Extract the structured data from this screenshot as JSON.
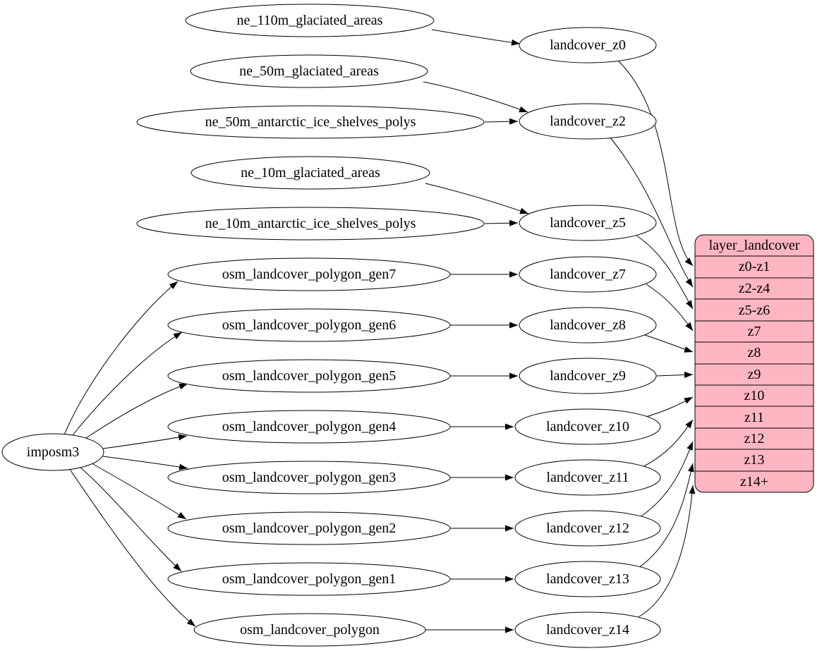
{
  "diagram": {
    "type": "graphviz-dependency-graph",
    "colors": {
      "background": "#ffffff",
      "node_fill": "#ffffff",
      "node_stroke": "#000000",
      "edge_color": "#000000",
      "record_fill": "#ffb6c1"
    },
    "nodes": {
      "imposm3": "imposm3",
      "ne_110m_glaciated_areas": "ne_110m_glaciated_areas",
      "ne_50m_glaciated_areas": "ne_50m_glaciated_areas",
      "ne_50m_antarctic_ice_shelves_polys": "ne_50m_antarctic_ice_shelves_polys",
      "ne_10m_glaciated_areas": "ne_10m_glaciated_areas",
      "ne_10m_antarctic_ice_shelves_polys": "ne_10m_antarctic_ice_shelves_polys",
      "osm_landcover_polygon_gen7": "osm_landcover_polygon_gen7",
      "osm_landcover_polygon_gen6": "osm_landcover_polygon_gen6",
      "osm_landcover_polygon_gen5": "osm_landcover_polygon_gen5",
      "osm_landcover_polygon_gen4": "osm_landcover_polygon_gen4",
      "osm_landcover_polygon_gen3": "osm_landcover_polygon_gen3",
      "osm_landcover_polygon_gen2": "osm_landcover_polygon_gen2",
      "osm_landcover_polygon_gen1": "osm_landcover_polygon_gen1",
      "osm_landcover_polygon": "osm_landcover_polygon",
      "landcover_z0": "landcover_z0",
      "landcover_z2": "landcover_z2",
      "landcover_z5": "landcover_z5",
      "landcover_z7": "landcover_z7",
      "landcover_z8": "landcover_z8",
      "landcover_z9": "landcover_z9",
      "landcover_z10": "landcover_z10",
      "landcover_z11": "landcover_z11",
      "landcover_z12": "landcover_z12",
      "landcover_z13": "landcover_z13",
      "landcover_z14": "landcover_z14"
    },
    "record": {
      "title": "layer_landcover",
      "rows": [
        "z0-z1",
        "z2-z4",
        "z5-z6",
        "z7",
        "z8",
        "z9",
        "z10",
        "z11",
        "z12",
        "z13",
        "z14+"
      ]
    },
    "edges": [
      {
        "from": "ne_110m_glaciated_areas",
        "to": "landcover_z0"
      },
      {
        "from": "ne_50m_glaciated_areas",
        "to": "landcover_z2"
      },
      {
        "from": "ne_50m_antarctic_ice_shelves_polys",
        "to": "landcover_z2"
      },
      {
        "from": "ne_10m_glaciated_areas",
        "to": "landcover_z5"
      },
      {
        "from": "ne_10m_antarctic_ice_shelves_polys",
        "to": "landcover_z5"
      },
      {
        "from": "imposm3",
        "to": "osm_landcover_polygon_gen7"
      },
      {
        "from": "imposm3",
        "to": "osm_landcover_polygon_gen6"
      },
      {
        "from": "imposm3",
        "to": "osm_landcover_polygon_gen5"
      },
      {
        "from": "imposm3",
        "to": "osm_landcover_polygon_gen4"
      },
      {
        "from": "imposm3",
        "to": "osm_landcover_polygon_gen3"
      },
      {
        "from": "imposm3",
        "to": "osm_landcover_polygon_gen2"
      },
      {
        "from": "imposm3",
        "to": "osm_landcover_polygon_gen1"
      },
      {
        "from": "imposm3",
        "to": "osm_landcover_polygon"
      },
      {
        "from": "osm_landcover_polygon_gen7",
        "to": "landcover_z7"
      },
      {
        "from": "osm_landcover_polygon_gen6",
        "to": "landcover_z8"
      },
      {
        "from": "osm_landcover_polygon_gen5",
        "to": "landcover_z9"
      },
      {
        "from": "osm_landcover_polygon_gen4",
        "to": "landcover_z10"
      },
      {
        "from": "osm_landcover_polygon_gen3",
        "to": "landcover_z11"
      },
      {
        "from": "osm_landcover_polygon_gen2",
        "to": "landcover_z12"
      },
      {
        "from": "osm_landcover_polygon_gen1",
        "to": "landcover_z13"
      },
      {
        "from": "osm_landcover_polygon",
        "to": "landcover_z14"
      },
      {
        "from": "landcover_z0",
        "to": "layer_landcover:z0-z1"
      },
      {
        "from": "landcover_z2",
        "to": "layer_landcover:z2-z4"
      },
      {
        "from": "landcover_z5",
        "to": "layer_landcover:z5-z6"
      },
      {
        "from": "landcover_z7",
        "to": "layer_landcover:z7"
      },
      {
        "from": "landcover_z8",
        "to": "layer_landcover:z8"
      },
      {
        "from": "landcover_z9",
        "to": "layer_landcover:z9"
      },
      {
        "from": "landcover_z10",
        "to": "layer_landcover:z10"
      },
      {
        "from": "landcover_z11",
        "to": "layer_landcover:z11"
      },
      {
        "from": "landcover_z12",
        "to": "layer_landcover:z12"
      },
      {
        "from": "landcover_z13",
        "to": "layer_landcover:z13"
      },
      {
        "from": "landcover_z14",
        "to": "layer_landcover:z14+"
      }
    ]
  }
}
